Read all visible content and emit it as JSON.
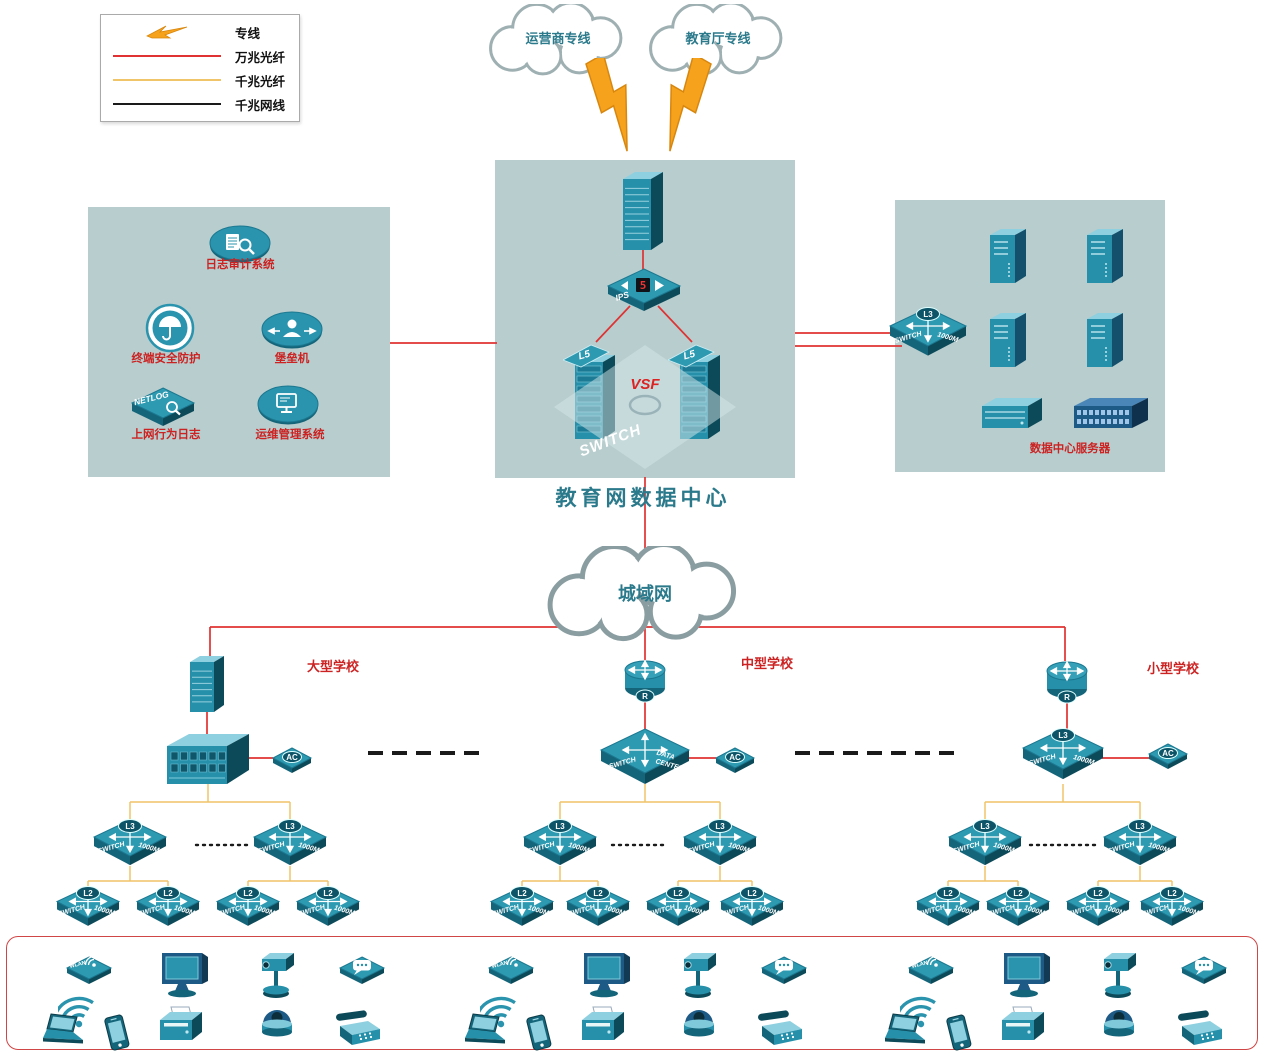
{
  "legend": {
    "items": [
      {
        "label": "专线"
      },
      {
        "label": "万兆光纤"
      },
      {
        "label": "千兆光纤"
      },
      {
        "label": "千兆网线"
      }
    ]
  },
  "clouds": {
    "isp": "运营商专线",
    "edu": "教育厅专线",
    "man": "城域网"
  },
  "datacenter": {
    "title": "教育网数据中心"
  },
  "security": {
    "audit": "日志审计系统",
    "terminal": "终端安全防护",
    "bastion": "堡垒机",
    "netlog": "上网行为日志",
    "ops": "运维管理系统"
  },
  "server_room": {
    "label": "数据中心服务器"
  },
  "schools": [
    {
      "name": "大型学校"
    },
    {
      "name": "中型学校"
    },
    {
      "name": "小型学校"
    }
  ],
  "labels": {
    "l2": "L2",
    "l3": "L3",
    "l5": "L5",
    "ac": "AC",
    "r": "R",
    "ips": "IPS",
    "ips_digit": "5",
    "vsf": "VSF",
    "switch": "SWITCH",
    "switch_1000m": "SWITCH 1000M",
    "data": "DATA",
    "center": "CENTER",
    "netlog": "NETLOG",
    "wlan": "WLAN"
  },
  "colors": {
    "line_10g_fiber": "#e03232",
    "line_1g_fiber": "#f0c468",
    "line_1g_copper": "#1a1a1a",
    "dedicated_line": "#f6a21d",
    "device_teal": "#2e9ab2",
    "panel_bg": "#b7cdce",
    "label_red": "#cc2222",
    "label_teal": "#2b7a8c"
  }
}
